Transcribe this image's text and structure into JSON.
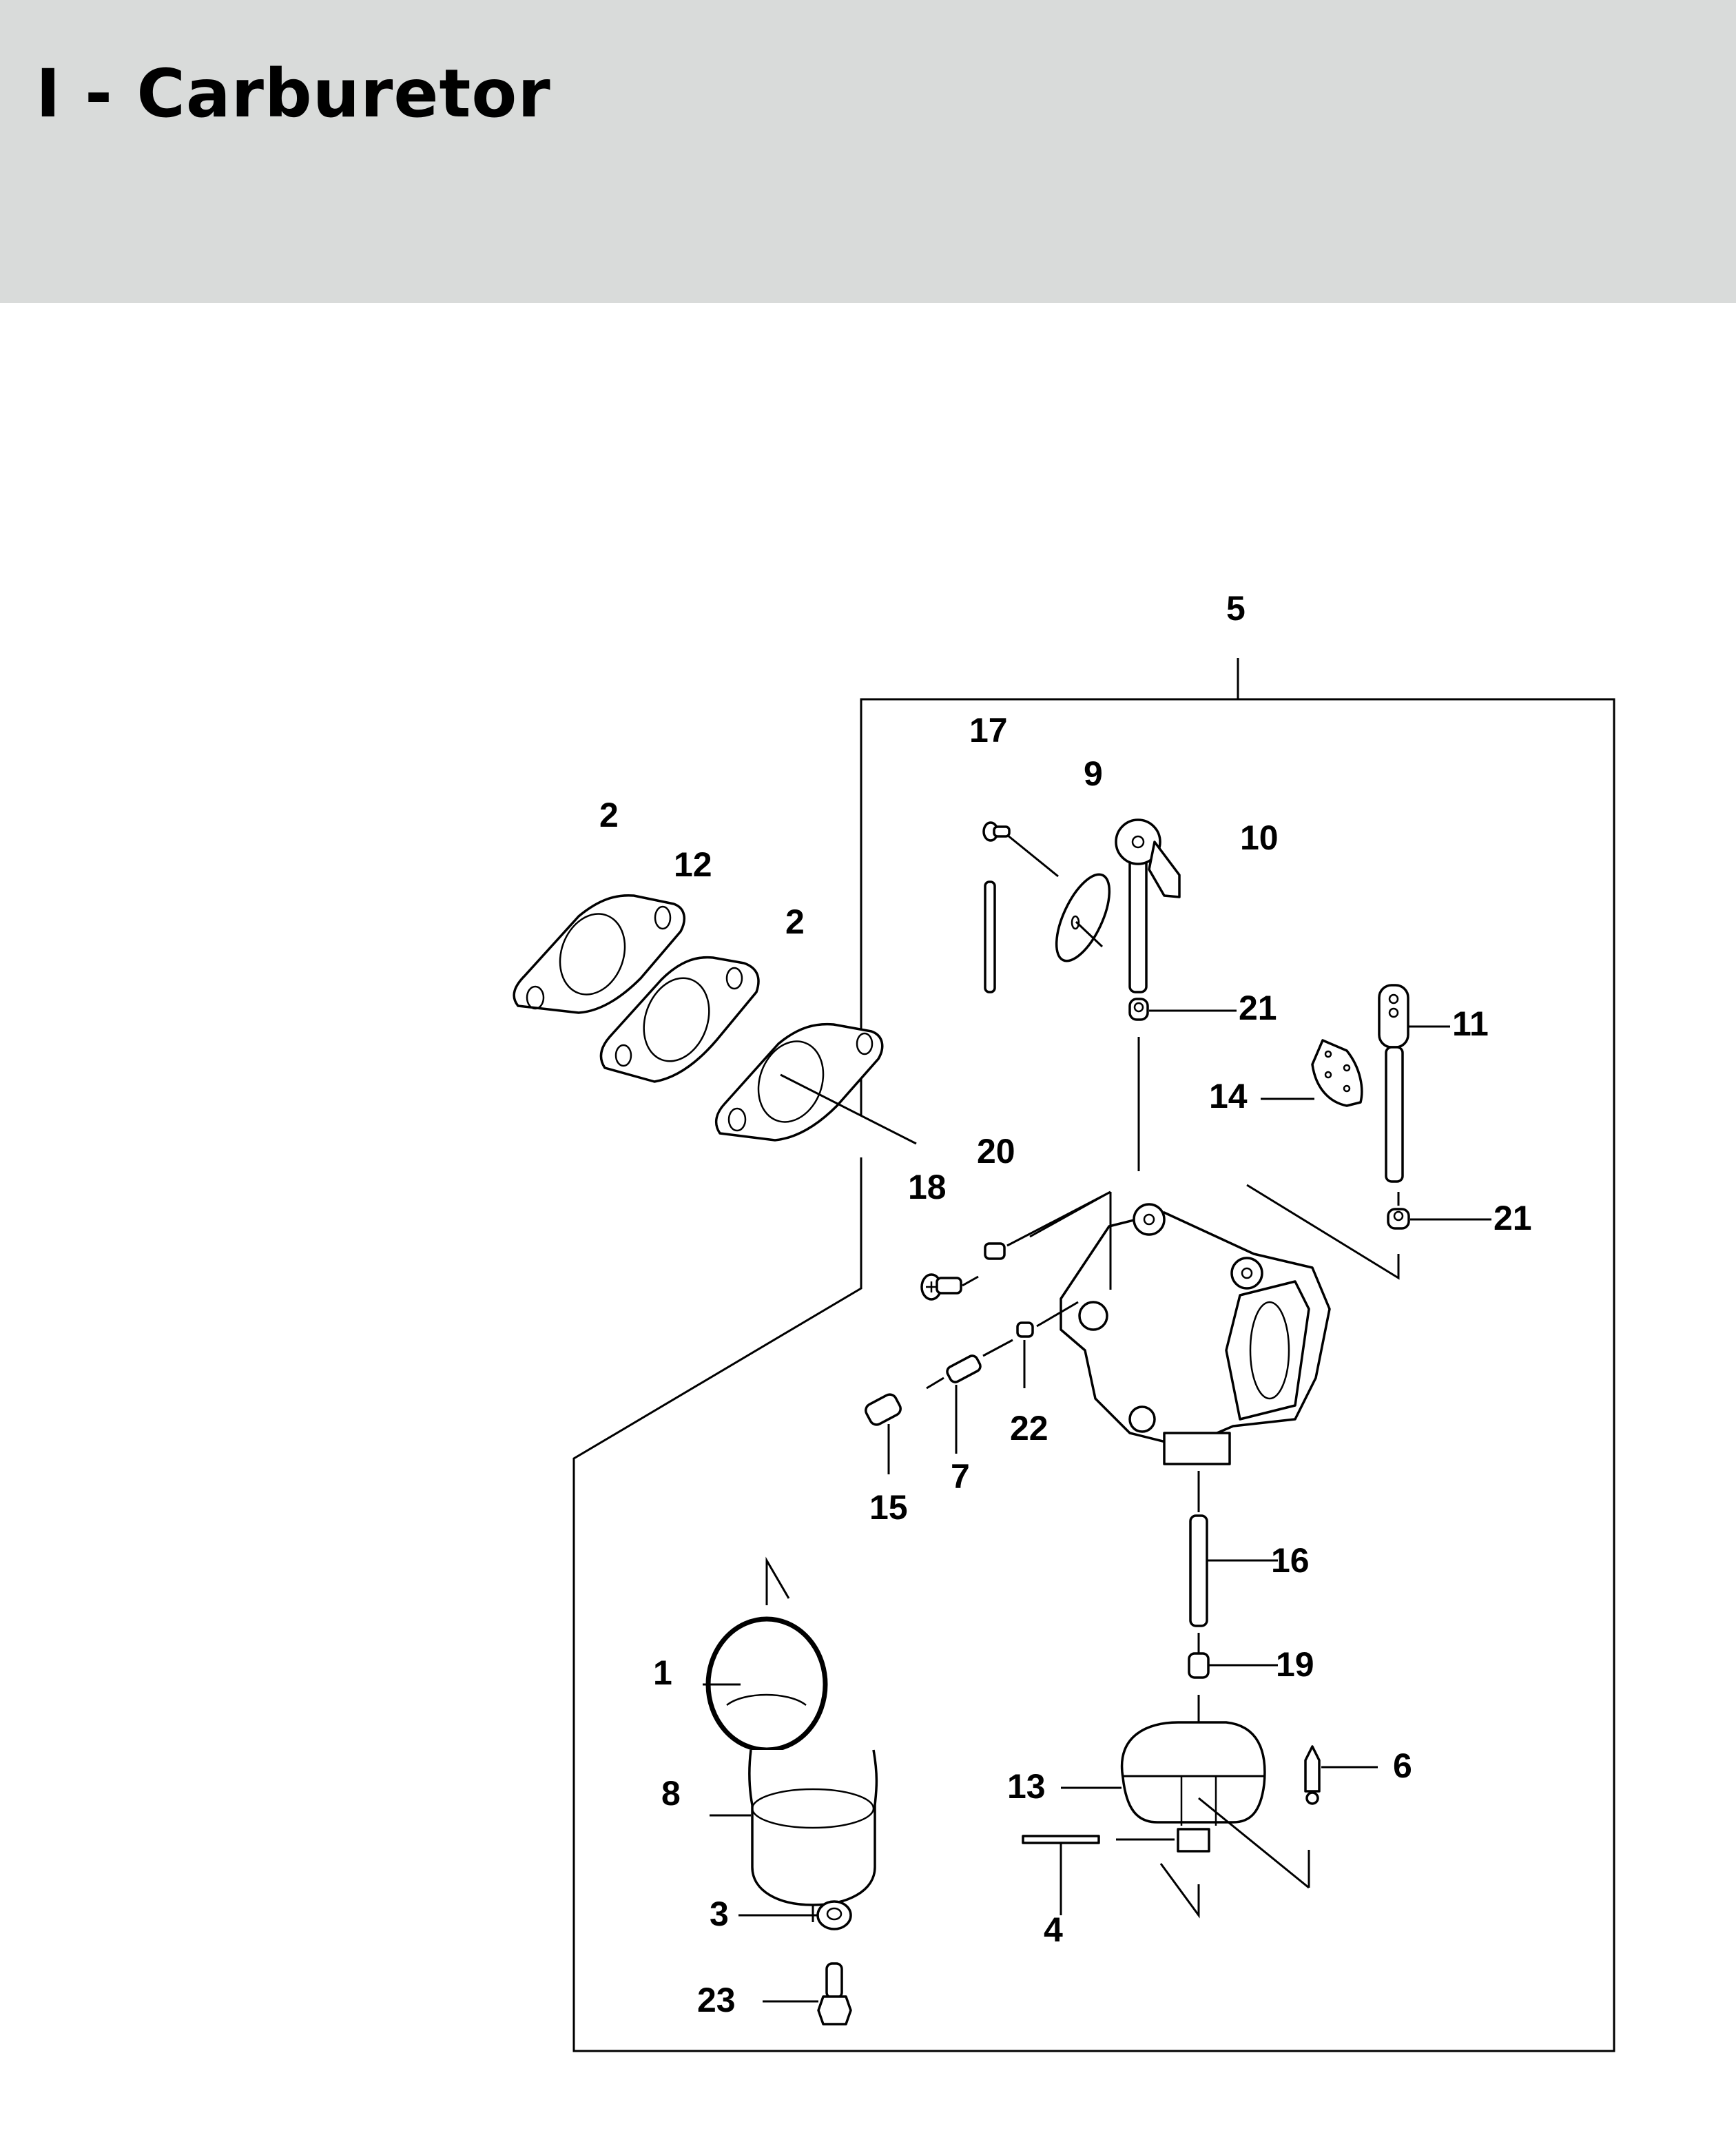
{
  "page": {
    "title": "I - Carburetor",
    "header_color": "#d9dbda"
  },
  "diagram": {
    "type": "exploded parts diagram",
    "subject": "Carburetor",
    "assembly_label": "5",
    "callouts": [
      {
        "id": "c1",
        "number": "1",
        "part": "o-ring"
      },
      {
        "id": "c2a",
        "number": "2",
        "part": "gasket (outer)"
      },
      {
        "id": "c2b",
        "number": "2",
        "part": "gasket (inner)"
      },
      {
        "id": "c3",
        "number": "3",
        "part": "washer"
      },
      {
        "id": "c4",
        "number": "4",
        "part": "float pin"
      },
      {
        "id": "c5",
        "number": "5",
        "part": "carburetor assembly"
      },
      {
        "id": "c6",
        "number": "6",
        "part": "float needle valve"
      },
      {
        "id": "c7",
        "number": "7",
        "part": "idle jet"
      },
      {
        "id": "c8",
        "number": "8",
        "part": "float bowl"
      },
      {
        "id": "c9",
        "number": "9",
        "part": "choke plate"
      },
      {
        "id": "c10",
        "number": "10",
        "part": "choke shaft"
      },
      {
        "id": "c11",
        "number": "11",
        "part": "throttle shaft"
      },
      {
        "id": "c12",
        "number": "12",
        "part": "insulator spacer"
      },
      {
        "id": "c13",
        "number": "13",
        "part": "float"
      },
      {
        "id": "c14",
        "number": "14",
        "part": "throttle plate"
      },
      {
        "id": "c15",
        "number": "15",
        "part": "idle jet cap"
      },
      {
        "id": "c16",
        "number": "16",
        "part": "main nozzle"
      },
      {
        "id": "c17",
        "number": "17",
        "part": "screw"
      },
      {
        "id": "c18",
        "number": "18",
        "part": "screw"
      },
      {
        "id": "c19",
        "number": "19",
        "part": "main jet"
      },
      {
        "id": "c20",
        "number": "20",
        "part": "spring"
      },
      {
        "id": "c21a",
        "number": "21",
        "part": "seal (upper)"
      },
      {
        "id": "c21b",
        "number": "21",
        "part": "seal (right)"
      },
      {
        "id": "c22",
        "number": "22",
        "part": "spring"
      },
      {
        "id": "c23",
        "number": "23",
        "part": "bolt"
      }
    ]
  }
}
